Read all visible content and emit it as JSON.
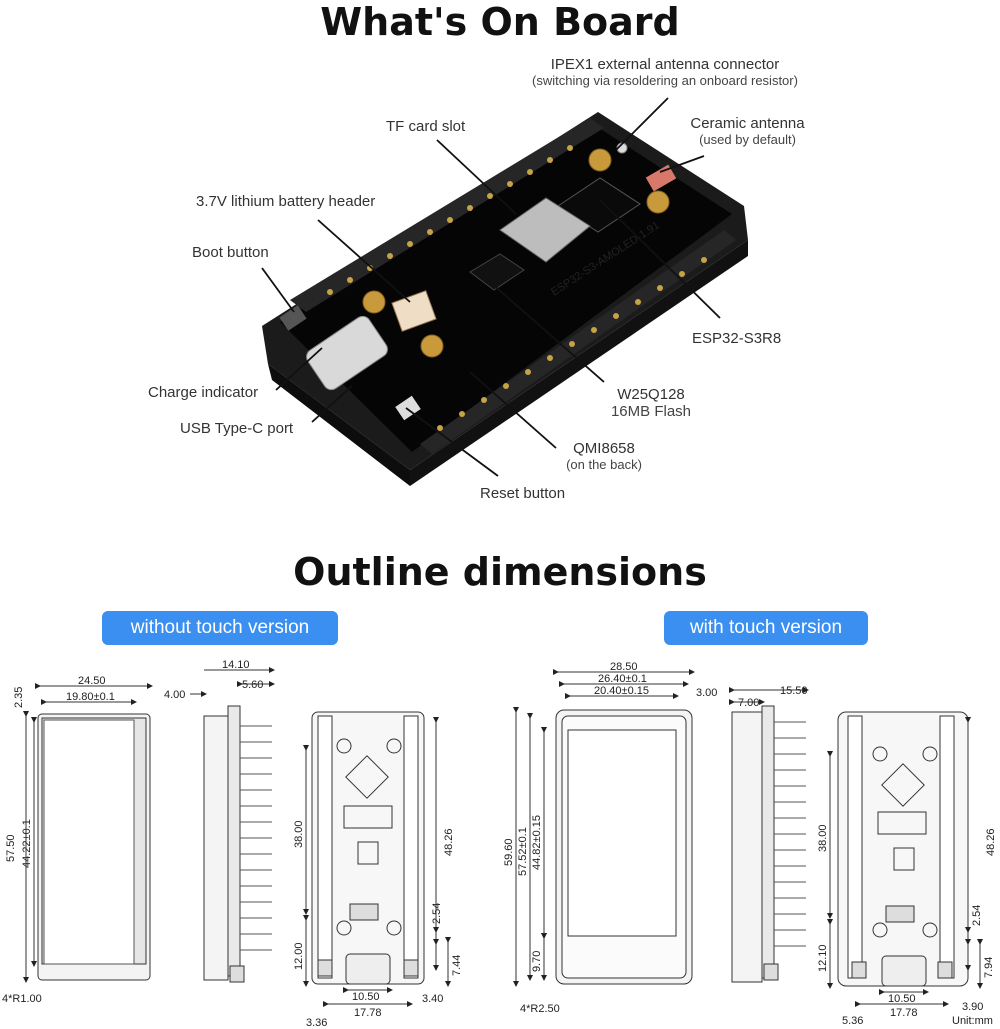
{
  "titles": {
    "board": "What's On Board",
    "outline": "Outline dimensions"
  },
  "callouts": {
    "ipex_title": "IPEX1 external antenna connector",
    "ipex_note": "(switching via resoldering an onboard resistor)",
    "tf_card": "TF card slot",
    "ceramic_title": "Ceramic antenna",
    "ceramic_note": "(used by default)",
    "battery": "3.7V lithium battery header",
    "boot": "Boot button",
    "esp": "ESP32-S3R8",
    "charge": "Charge indicator",
    "usb": "USB Type-C port",
    "flash_chip": "W25Q128",
    "flash_size": "16MB Flash",
    "qmi_title": "QMI8658",
    "qmi_note": "(on the back)",
    "reset": "Reset button"
  },
  "board_silk": "ESP32-S3-AMOLED-1.91",
  "versions": {
    "without": "without touch version",
    "with": "with touch version"
  },
  "dims_without": {
    "w_outer": "24.50",
    "w_inner": "19.80±0.1",
    "top_gap": "2.35",
    "h_outer": "57.50",
    "h_inner": "44.22±0.1",
    "radius": "4*R1.00",
    "depth": "14.10",
    "d_step": "4.00",
    "d_pin": "5.60",
    "h_38": "38.00",
    "h_4826": "48.26",
    "h_254": "2.54",
    "h_12": "12.00",
    "h_744": "7.44",
    "w_1050": "10.50",
    "w_340": "3.40",
    "w_1778": "17.78",
    "w_336": "3.36"
  },
  "dims_with": {
    "w_outer": "28.50",
    "w_mid": "26.40±0.1",
    "w_inner": "20.40±0.15",
    "top_gap": "3.00",
    "h_outer": "59.60",
    "h_mid": "57.52±0.1",
    "h_inner": "44.82±0.15",
    "h_970": "9.70",
    "radius": "4*R2.50",
    "depth": "15.50",
    "d_700": "7.00",
    "h_38": "38.00",
    "h_4826": "48.26",
    "h_254": "2.54",
    "h_1210": "12.10",
    "h_794": "7.94",
    "w_1050": "10.50",
    "w_1778": "17.78",
    "w_536": "5.36",
    "w_390": "3.90",
    "unit": "Unit:mm"
  }
}
